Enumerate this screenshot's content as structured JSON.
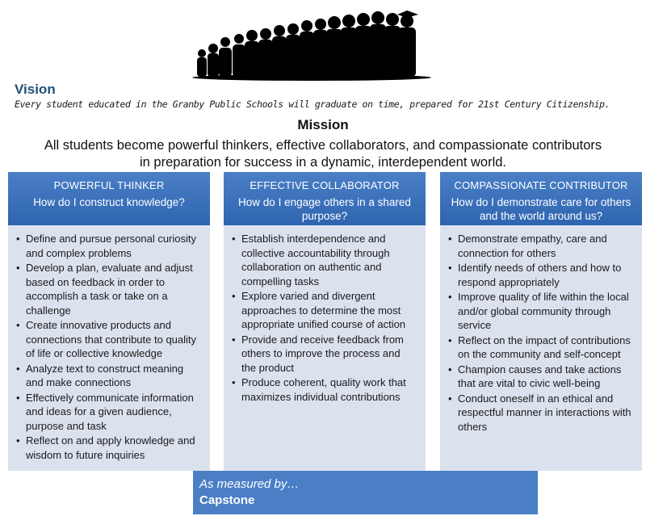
{
  "vision": {
    "title": "Vision",
    "text": "Every student educated in the Granby Public Schools will graduate on time, prepared for 21st Century Citizenship."
  },
  "mission": {
    "title": "Mission",
    "line1": "All students become powerful thinkers, effective collaborators, and compassionate contributors",
    "line2": "in preparation for success in a dynamic, interdependent world."
  },
  "columns": [
    {
      "title": "POWERFUL THINKER",
      "question": "How do I construct knowledge?",
      "items": [
        "Define and pursue personal curiosity and complex problems",
        "Develop a plan, evaluate and adjust based on feedback in order to accomplish a task or take on a challenge",
        "Create innovative products and connections that contribute to quality of life or collective knowledge",
        "Analyze text to construct meaning and make connections",
        "Effectively communicate information and ideas for a given audience, purpose and task",
        "Reflect on and apply knowledge and wisdom to future inquiries"
      ]
    },
    {
      "title": "EFFECTIVE COLLABORATOR",
      "question": "How do I engage others in a shared purpose?",
      "items": [
        "Establish interdependence and collective accountability through collaboration on authentic and compelling tasks",
        "Explore varied and divergent approaches to determine the most appropriate unified course of action",
        "Provide and receive feedback from others to improve the process and the product",
        "Produce coherent, quality work that maximizes individual contributions"
      ]
    },
    {
      "title": "COMPASSIONATE CONTRIBUTOR",
      "question": "How do I demonstrate care for others and the world around us?",
      "items": [
        "Demonstrate empathy, care and connection for others",
        "Identify needs of others and how to respond appropriately",
        "Improve quality of life within the local and/or global community through service",
        "Reflect on the impact of contributions on the community and self-concept",
        "Champion causes and take actions that are vital to civic well-being",
        "Conduct oneself in an ethical and respectful manner in interactions with others"
      ]
    }
  ],
  "measured": {
    "label": "As measured by…",
    "value": "Capstone"
  },
  "colors": {
    "header_blue": "#4a7fc6",
    "column_bg": "#dbe2ee",
    "vision_title": "#1f4e79"
  },
  "icons": {
    "banner": "people-silhouette-graphic"
  }
}
